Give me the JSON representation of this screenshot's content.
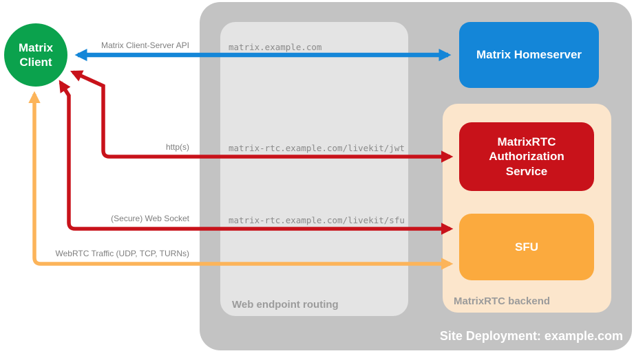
{
  "diagram": {
    "containers": {
      "site_deployment": {
        "label": "Site Deployment: example.com",
        "color": "#C3C3C3"
      },
      "web_endpoint_routing": {
        "label": "Web endpoint routing",
        "color": "#E4E4E4"
      },
      "matrixrtc_backend": {
        "label": "MatrixRTC backend",
        "color": "#FCE6CC"
      }
    },
    "nodes": {
      "matrix_client": {
        "label": "Matrix Client",
        "shape": "circle",
        "color": "#0BA24D"
      },
      "matrix_homeserver": {
        "label": "Matrix Homeserver",
        "color": "#1486D8"
      },
      "matrixrtc_authorization_service": {
        "label": "MatrixRTC Authorization Service",
        "color": "#C8121A"
      },
      "sfu": {
        "label": "SFU",
        "color": "#FBAA3E"
      }
    },
    "edges": [
      {
        "label": "Matrix Client-Server API",
        "route": "matrix.example.com",
        "color": "#1486D8",
        "from": "Matrix Client",
        "to": "Matrix Homeserver",
        "bidirectional": true
      },
      {
        "label": "http(s)",
        "route": "matrix-rtc.example.com/livekit/jwt",
        "color": "#C8121A",
        "from": "Matrix Client",
        "to": "MatrixRTC Authorization Service",
        "bidirectional": true
      },
      {
        "label": "(Secure) Web Socket",
        "route": "matrix-rtc.example.com/livekit/sfu",
        "color": "#C8121A",
        "from": "Matrix Client",
        "to": "SFU",
        "bidirectional": true
      },
      {
        "label": "WebRTC Traffic (UDP, TCP, TURNs)",
        "color": "#FCB45A",
        "from": "Matrix Client",
        "to": "SFU",
        "bidirectional": true
      }
    ]
  }
}
